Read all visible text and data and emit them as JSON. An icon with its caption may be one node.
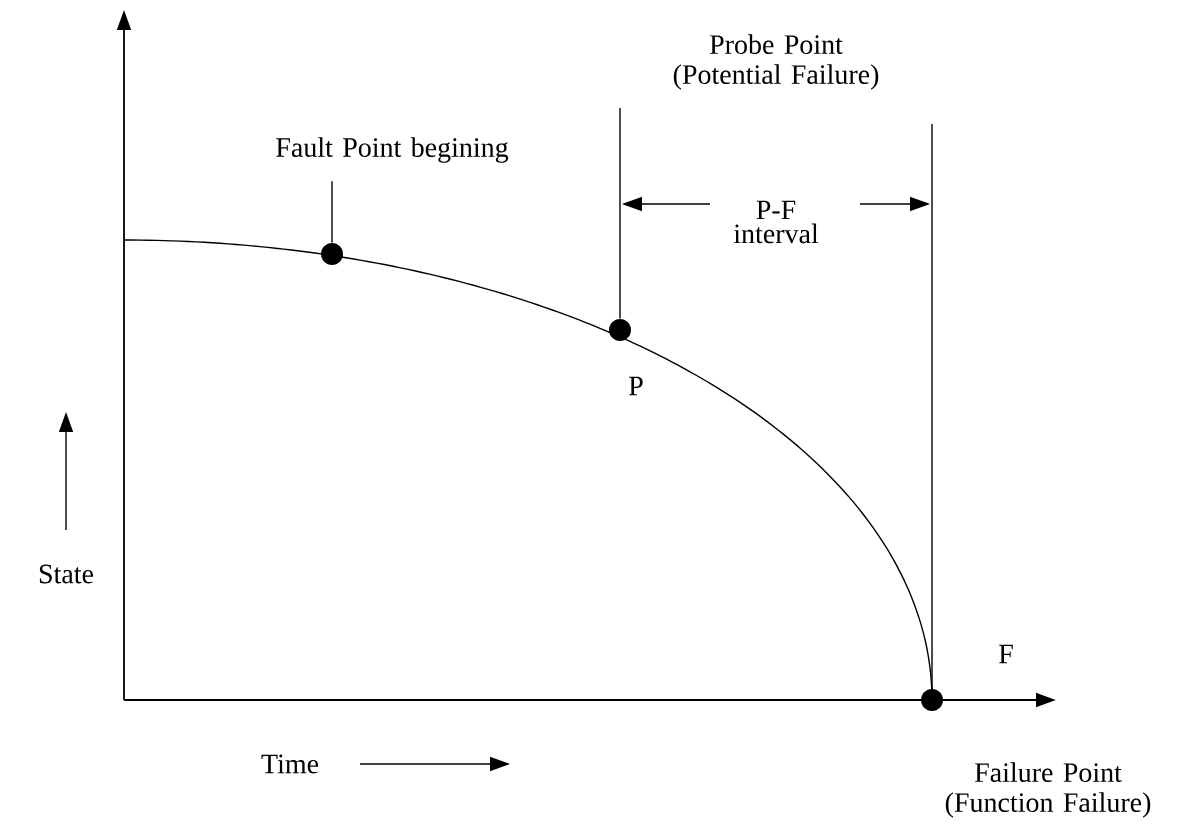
{
  "diagram": {
    "nodes": [
      {
        "text": [
          "Fault Point begining"
        ]
      },
      {
        "text": [],
        "shape": "circle"
      },
      {
        "text": [
          "Probe Point (Potential Failure)"
        ]
      },
      {
        "text": [],
        "shape": "circle",
        "beside": [
          "P"
        ]
      },
      {
        "text": [],
        "shape": "circle",
        "beside": [
          "F",
          "Failure Point (Function Failure)"
        ]
      }
    ],
    "edges": [
      {
        "from": 0,
        "to": 1,
        "arrow": "none"
      },
      {
        "from": 2,
        "to": 3,
        "arrow": "none"
      }
    ],
    "labels": [
      "P-F interval",
      "State",
      "Time"
    ]
  }
}
